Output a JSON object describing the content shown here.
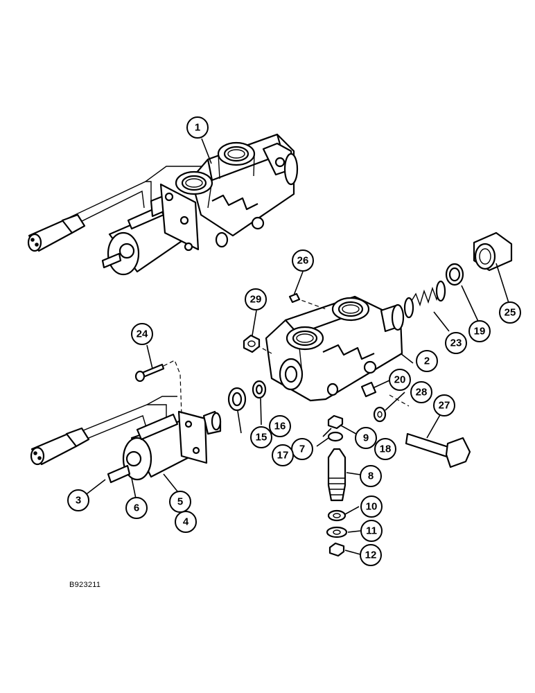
{
  "figure": {
    "id_label": "B923211"
  },
  "callouts": [
    {
      "num": "1"
    },
    {
      "num": "2"
    },
    {
      "num": "3"
    },
    {
      "num": "4"
    },
    {
      "num": "5"
    },
    {
      "num": "6"
    },
    {
      "num": "7"
    },
    {
      "num": "8"
    },
    {
      "num": "9"
    },
    {
      "num": "10"
    },
    {
      "num": "11"
    },
    {
      "num": "12"
    },
    {
      "num": "15"
    },
    {
      "num": "16"
    },
    {
      "num": "17"
    },
    {
      "num": "18"
    },
    {
      "num": "19"
    },
    {
      "num": "20"
    },
    {
      "num": "23"
    },
    {
      "num": "24"
    },
    {
      "num": "25"
    },
    {
      "num": "26"
    },
    {
      "num": "27"
    },
    {
      "num": "28"
    },
    {
      "num": "29"
    }
  ]
}
